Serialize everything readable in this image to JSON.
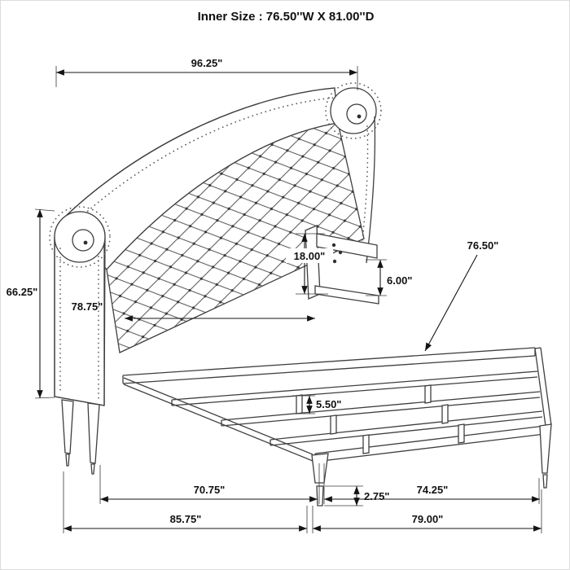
{
  "title": "Inner Size : 76.50''W X 81.00''D",
  "dimensions": {
    "overall_width": "96.25\"",
    "headboard_height": "66.25\"",
    "inner_headboard_width": "78.75\"",
    "bracket_plate_height": "18.00\"",
    "bracket_to_rail_gap": "6.00\"",
    "inner_width": "76.50\"",
    "center_support_height": "5.50\"",
    "foot_height": "2.75\"",
    "head_depth_inner": "70.75\"",
    "foot_depth_inner": "74.25\"",
    "overall_depth_left": "85.75\"",
    "overall_depth_right": "79.00\""
  },
  "colors": {
    "drawing_line": "#3f3f3f",
    "dimension_line": "#141414",
    "background": "#ffffff"
  }
}
